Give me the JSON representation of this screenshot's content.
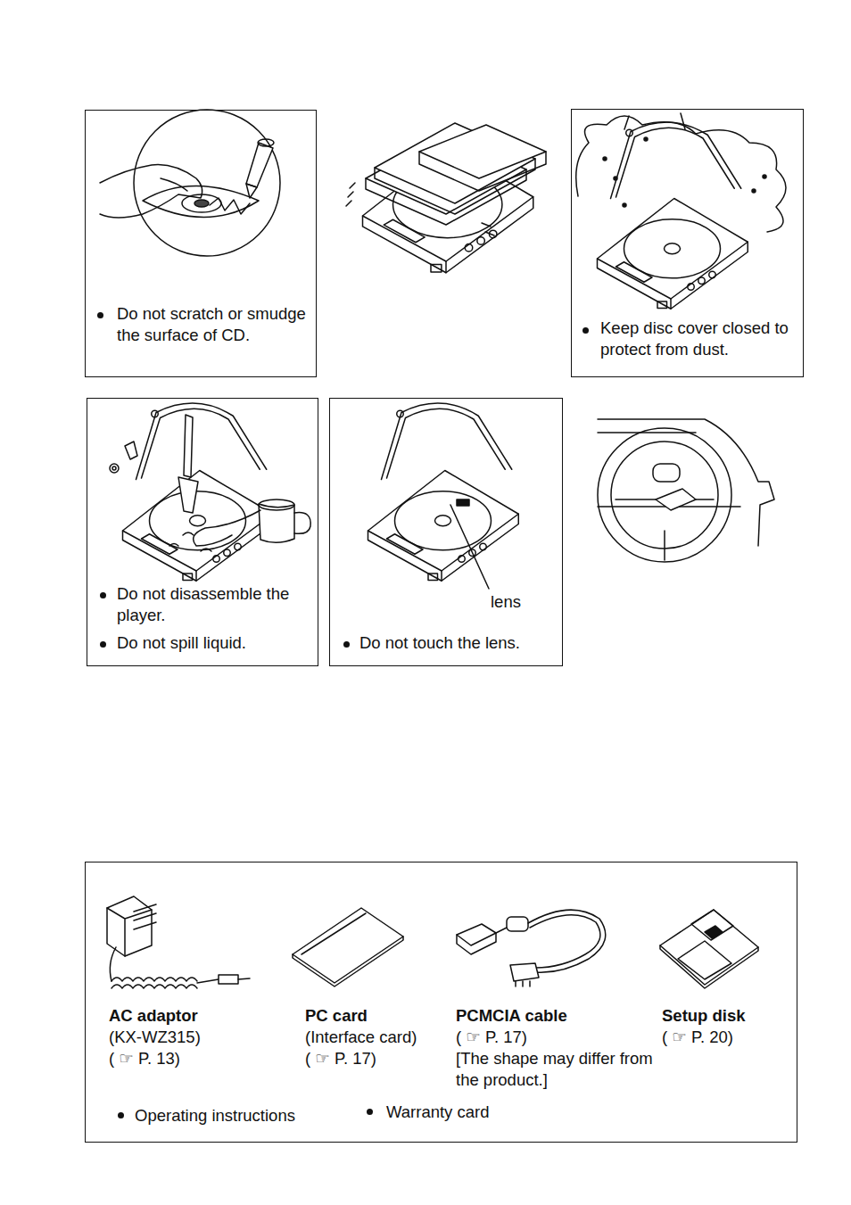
{
  "diagram": {
    "nodes": [
      {
        "text": [
          "Do not scratch or smudge the surface of CD."
        ]
      },
      {
        "text": [
          "Keep disc cover closed to protect from dust."
        ]
      },
      {
        "text": [
          "Do not disassemble the player.",
          "Do not spill liquid."
        ]
      },
      {
        "text": [
          "lens",
          "Do not touch the lens."
        ]
      },
      {
        "text": [
          "AC adaptor",
          "(KX-WZ315)",
          "( ☞ P. 13)",
          "PC card",
          "(Interface card)",
          "( ☞ P. 17)",
          "PCMCIA cable",
          "( ☞ P. 17)",
          "[The shape may differ from the product.]",
          "Setup disk",
          "( ☞ P. 20)",
          "Operating instructions",
          "Warranty card"
        ]
      }
    ]
  }
}
